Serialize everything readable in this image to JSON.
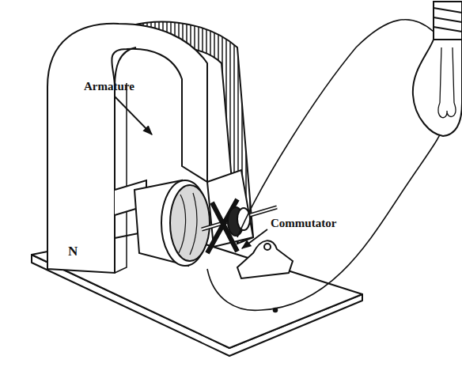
{
  "diagram": {
    "labels": [
      "Armature",
      "Commutator",
      "N"
    ]
  }
}
